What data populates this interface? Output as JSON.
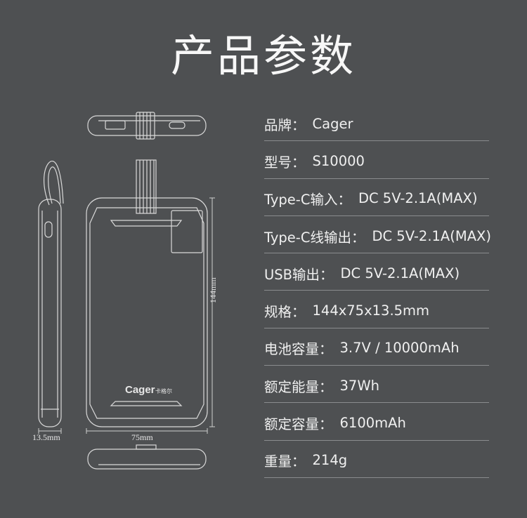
{
  "title": "产品参数",
  "specs": [
    {
      "label": "品牌：",
      "value": "Cager"
    },
    {
      "label": "型号：",
      "value": "S10000"
    },
    {
      "label": "Type-C输入：",
      "value": "DC 5V-2.1A(MAX)"
    },
    {
      "label": "Type-C线输出：",
      "value": "DC 5V-2.1A(MAX)"
    },
    {
      "label": "USB输出：",
      "value": "DC 5V-2.1A(MAX)"
    },
    {
      "label": "规格：",
      "value": "144x75x13.5mm"
    },
    {
      "label": "电池容量：",
      "value": "3.7V / 10000mAh"
    },
    {
      "label": "额定能量：",
      "value": "37Wh"
    },
    {
      "label": "额定容量：",
      "value": "6100mAh"
    },
    {
      "label": "重量：",
      "value": "214g"
    }
  ],
  "dimensions": {
    "height": "144mm",
    "width": "75mm",
    "depth": "13.5mm"
  },
  "logo": {
    "brand": "Cager",
    "sub": "卡格尔"
  }
}
